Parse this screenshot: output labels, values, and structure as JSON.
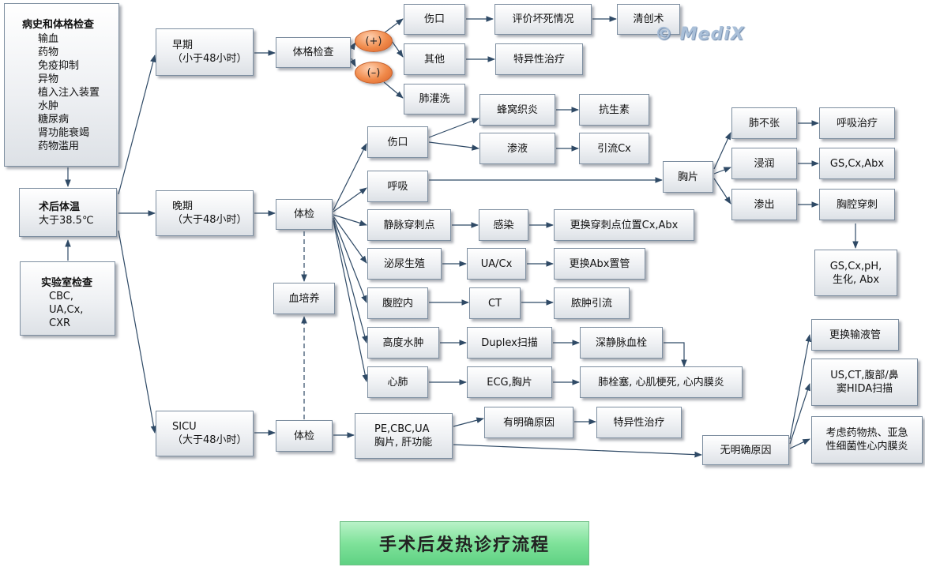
{
  "title": "手术后发热诊疗流程",
  "watermark": "© MediX",
  "nodes": {
    "history": {
      "heading": "病史和体格检查",
      "items": [
        "输血",
        "药物",
        "免疫抑制",
        "异物",
        "植入注入装置",
        "水肿",
        "糖尿病",
        "肾功能衰竭",
        "药物滥用"
      ]
    },
    "temp": {
      "heading": "术后体温",
      "sub": "大于38.5℃"
    },
    "lab": {
      "heading": "实验室检查",
      "items": [
        "CBC,",
        "UA,Cx,",
        "CXR"
      ]
    },
    "early": "早期\n（小于48小时）",
    "late": "晚期\n（大于48小时）",
    "sicu": "SICU\n（大于48小时）",
    "exam1": "体格检查",
    "plus": "(+)",
    "minus": "(–)",
    "wound1": "伤口",
    "other": "其他",
    "lavage": "肺灌洗",
    "assess": "评价坏死情况",
    "debride": "清创术",
    "specific1": "特异性治疗",
    "exam2": "体检",
    "bloodcx": "血培养",
    "wound2": "伤口",
    "cellulitis": "蜂窝织炎",
    "antibiotic": "抗生素",
    "exudate": "渗液",
    "drain": "引流Cx",
    "resp": "呼吸",
    "cxr": "胸片",
    "atel": "肺不张",
    "resptx": "呼吸治疗",
    "infil": "浸润",
    "gscx": "GS,Cx,Abx",
    "effusion": "渗出",
    "thora": "胸腔穿刺",
    "gsph": "GS,Cx,pH,\n生化, Abx",
    "iv": "静脉穿刺点",
    "infect": "感染",
    "changeiv": "更换穿刺点位置Cx,Abx",
    "uro": "泌尿生殖",
    "uacx": "UA/Cx",
    "changeabx": "更换Abx置管",
    "abd": "腹腔内",
    "ct": "CT",
    "abscess": "脓肿引流",
    "edema": "高度水肿",
    "duplex": "Duplex扫描",
    "dvt": "深静脉血栓",
    "cardio": "心肺",
    "ecg": "ECG,胸片",
    "pe": "肺栓塞, 心肌梗死, 心内膜炎",
    "exam3": "体检",
    "workup": "PE,CBC,UA\n胸片, 肝功能",
    "clear": "有明确原因",
    "specific2": "特异性治疗",
    "unclear": "无明确原因",
    "changeline": "更换输液管",
    "usct": "US,CT,腹部/鼻\n窦HIDA扫描",
    "drugfever": "考虑药物热、亚急\n性细菌性心内膜炎"
  }
}
